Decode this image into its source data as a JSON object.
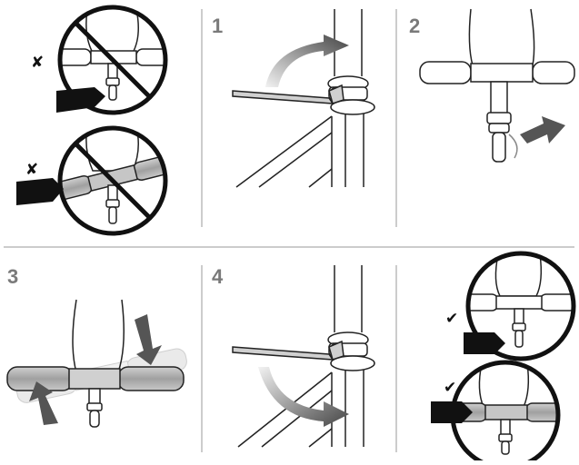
{
  "steps": {
    "one": "1",
    "two": "2",
    "three": "3",
    "four": "4"
  },
  "marks": {
    "wrong": "✘",
    "correct": "✔"
  },
  "colors": {
    "line": "#222222",
    "divider": "#9a9a9a",
    "grip": "#a8a8a8",
    "stem": "#d8d8d8",
    "arrow_dark": "#555555",
    "arrow_light": "#dcdcdc",
    "number": "#7a7a7a"
  },
  "icons": {
    "prohibited": "prohibited-icon",
    "pointer": "pointer-arrow-icon",
    "rotate": "rotate-arrow-icon",
    "hex_key": "hex-key-icon"
  }
}
